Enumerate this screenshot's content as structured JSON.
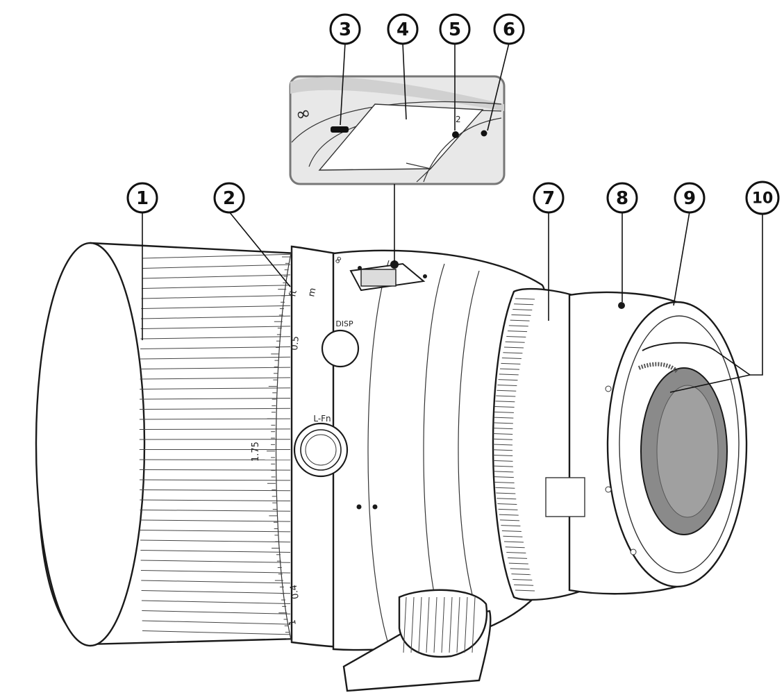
{
  "callouts": [
    {
      "id": "1",
      "label": "1"
    },
    {
      "id": "2",
      "label": "2"
    },
    {
      "id": "3",
      "label": "3"
    },
    {
      "id": "4",
      "label": "4"
    },
    {
      "id": "5",
      "label": "5"
    },
    {
      "id": "6",
      "label": "6"
    },
    {
      "id": "7",
      "label": "7"
    },
    {
      "id": "8",
      "label": "8"
    },
    {
      "id": "9",
      "label": "9"
    },
    {
      "id": "10",
      "label": "10"
    }
  ],
  "distance_scale": {
    "infinity": "∞",
    "ft": "ft",
    "m": "m",
    "v05": "0.5",
    "v175": "1.75",
    "v04": "0.4",
    "v1": "1"
  },
  "buttons": {
    "disp": "DISP",
    "lfn": "L-Fn"
  },
  "inset": {
    "infinity": "∞",
    "two": "2"
  }
}
